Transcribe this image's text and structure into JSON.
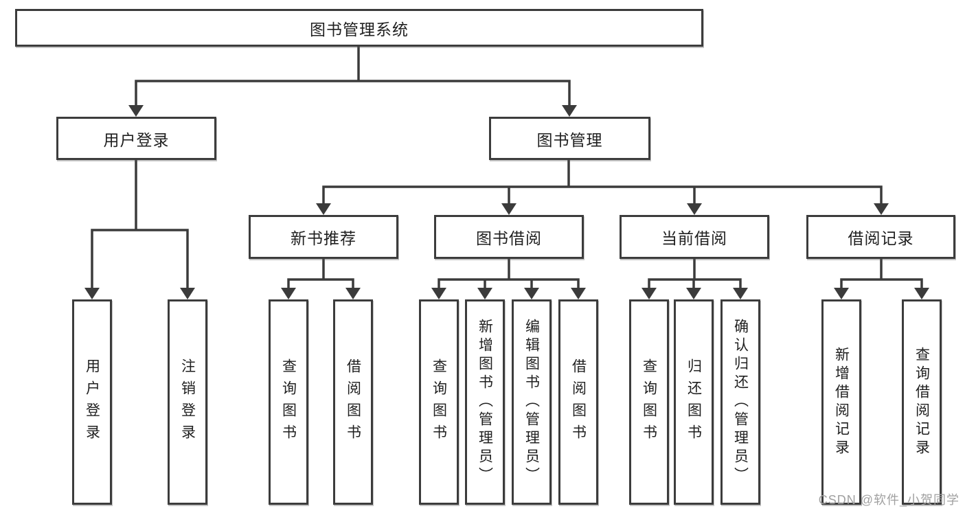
{
  "tree": {
    "root": {
      "label": "图书管理系统"
    },
    "branches": [
      {
        "label": "用户登录",
        "leaves": [
          {
            "label": "用户登录"
          },
          {
            "label": "注销登录"
          }
        ]
      },
      {
        "label": "图书管理",
        "groups": [
          {
            "label": "新书推荐",
            "leaves": [
              {
                "label": "查询图书"
              },
              {
                "label": "借阅图书"
              }
            ]
          },
          {
            "label": "图书借阅",
            "leaves": [
              {
                "label": "查询图书"
              },
              {
                "label": "新增图书（管理员）"
              },
              {
                "label": "编辑图书（管理员）"
              },
              {
                "label": "借阅图书"
              }
            ]
          },
          {
            "label": "当前借阅",
            "leaves": [
              {
                "label": "查询图书"
              },
              {
                "label": "归还图书"
              },
              {
                "label": "确认归还（管理员）"
              }
            ]
          },
          {
            "label": "借阅记录",
            "leaves": [
              {
                "label": "新增借阅记录"
              },
              {
                "label": "查询借阅记录"
              }
            ]
          }
        ]
      }
    ]
  },
  "watermark": {
    "text": "CSDN @软件_小贺同学"
  },
  "colors": {
    "line": "#3b3b3b",
    "border": "#3c3c3c",
    "text": "#1f1f1f",
    "watermark": "#a0a0a0",
    "background": "#ffffff"
  }
}
